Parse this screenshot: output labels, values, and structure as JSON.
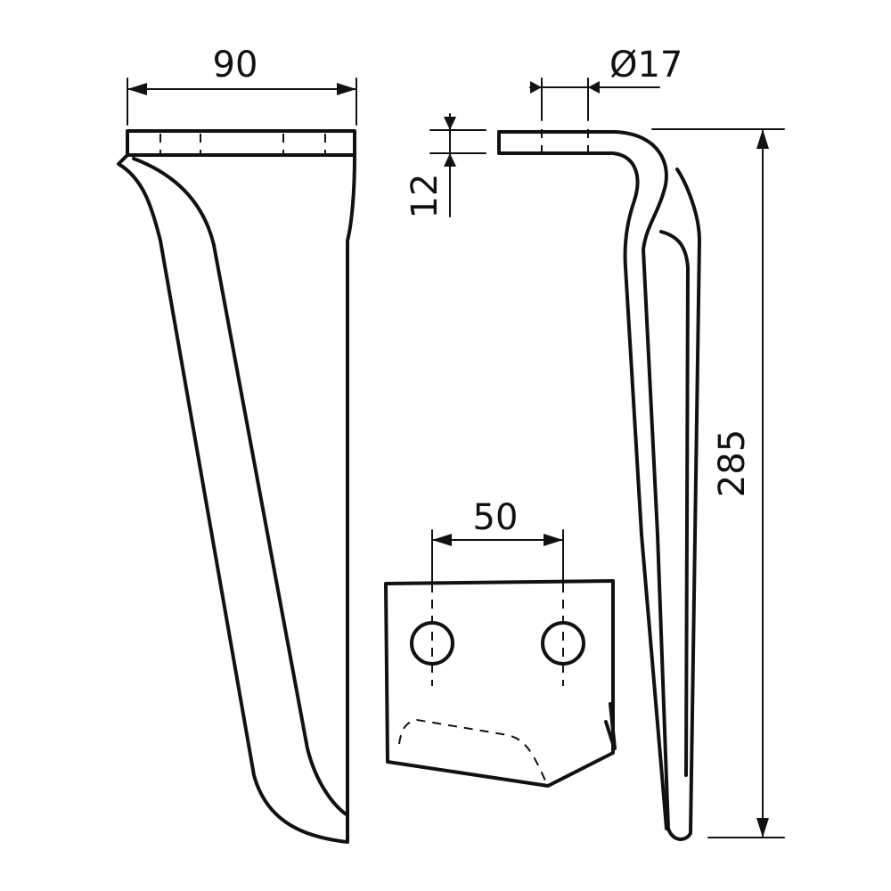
{
  "dimensions": {
    "width_top": "90",
    "hole_diameter": "Ø17",
    "thickness": "12",
    "total_height": "285",
    "hole_spacing": "50"
  },
  "colors": {
    "ink": "#111111",
    "paper": "#ffffff"
  }
}
